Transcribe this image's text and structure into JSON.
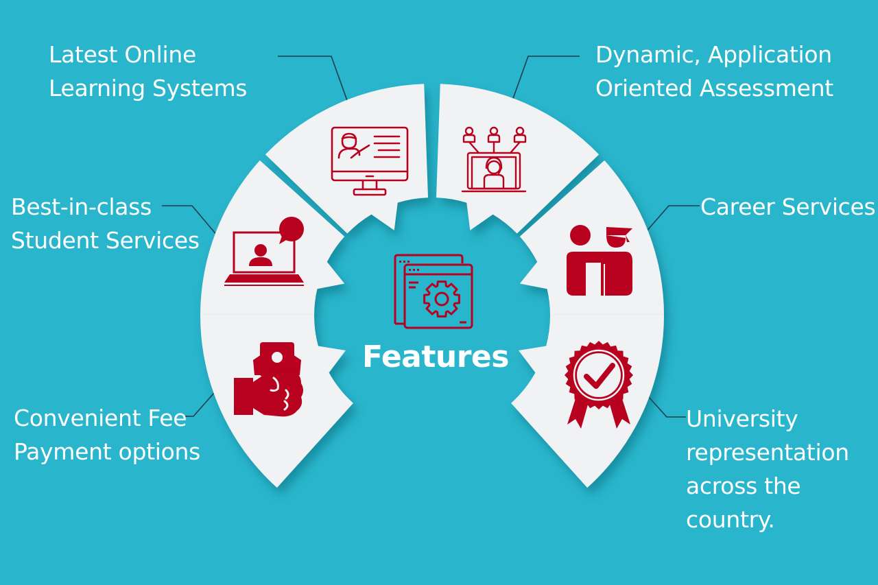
{
  "title": "Features",
  "colors": {
    "background": "#29b5cc",
    "segment_fill": "#f1f2f3",
    "icon_red": "#b8001f",
    "connector": "#1d3b4d",
    "text": "#ffffff"
  },
  "center": {
    "icon": "settings-windows-gear-icon",
    "label": "Features"
  },
  "features": [
    {
      "id": "online-learning",
      "icon": "monitor-teacher-presentation-icon",
      "lines": [
        "Latest Online",
        "Learning Systems"
      ]
    },
    {
      "id": "assessment",
      "icon": "laptop-headset-network-icon",
      "lines": [
        "Dynamic, Application",
        "Oriented Assessment"
      ]
    },
    {
      "id": "student-services",
      "icon": "laptop-video-chat-icon",
      "lines": [
        "Best-in-class",
        "Student Services"
      ]
    },
    {
      "id": "career-services",
      "icon": "graduate-mentor-hug-icon",
      "lines": [
        "Career Services"
      ]
    },
    {
      "id": "fee-payment",
      "icon": "hand-holding-money-icon",
      "lines": [
        "Convenient Fee",
        "Payment options"
      ]
    },
    {
      "id": "university-representation",
      "icon": "award-badge-check-icon",
      "lines": [
        "University",
        "representation",
        "across the",
        "country."
      ]
    }
  ]
}
